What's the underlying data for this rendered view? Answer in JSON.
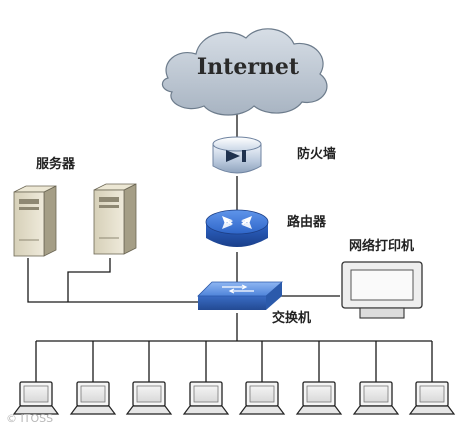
{
  "nodes": {
    "internet": "Internet",
    "firewall": "防火墙",
    "router": "路由器",
    "servers": "服务器",
    "network_printer": "网络打印机",
    "switch": "交换机"
  },
  "client_count": 8,
  "watermark": "© ITOSS"
}
